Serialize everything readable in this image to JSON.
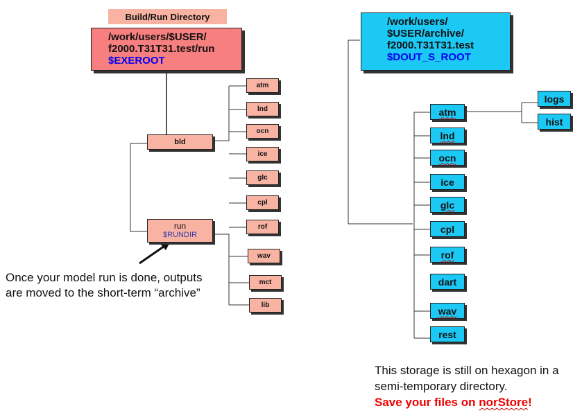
{
  "build_run": {
    "title": "Build/Run Directory",
    "root": {
      "line1": "/work/users/$USER/",
      "line2": "f2000.T31T31.test/run",
      "var": "$EXEROOT"
    },
    "bld_label": "bld",
    "run_label": "run",
    "run_var": "$RUNDIR",
    "bld_children": [
      "atm",
      "lnd",
      "ocn",
      "ice",
      "glc",
      "cpl",
      "rof",
      "wav",
      "mct",
      "lib"
    ],
    "note": "Once your model run is done, outputs are moved to the short-term “archive”"
  },
  "archive": {
    "root": {
      "line1": "/work/users/",
      "line2": "$USER/archive/",
      "line3": "f2000.T31T31.test",
      "var": "$DOUT_S_ROOT"
    },
    "children": [
      "atm",
      "lnd",
      "ocn",
      "ice",
      "glc",
      "cpl",
      "rof",
      "dart",
      "wav",
      "rest"
    ],
    "atm_children": [
      "logs",
      "hist"
    ],
    "note_line1": "This storage is still on hexagon in a semi-temporary directory.",
    "note_red_prefix": "Save your files on ",
    "note_red_store": "norStore",
    "note_red_suffix": "!"
  },
  "colors": {
    "salmon": "#f77f7f",
    "light_salmon": "#f9b3a3",
    "cyan": "#1cc8f4",
    "blue_var": "#0000ee",
    "red_note": "#ee0000"
  }
}
